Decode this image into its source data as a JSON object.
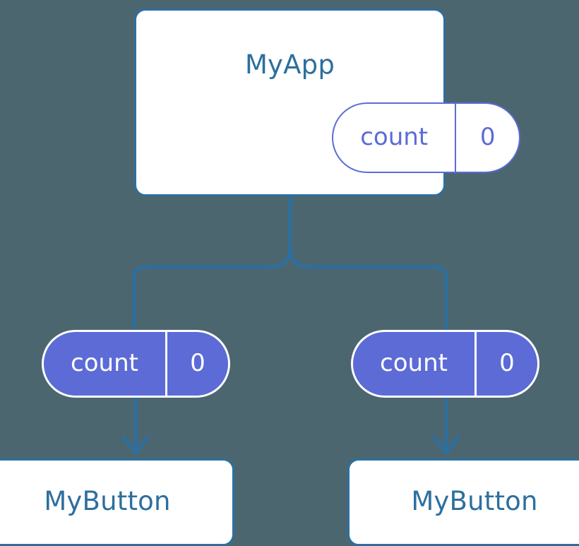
{
  "diagram": {
    "title": "MyApp",
    "background_color": "#4c6670",
    "line_color": "#2d6f9e",
    "box_border_color": "#2d6f9e",
    "box_fill_color": "#ffffff",
    "state_fill_color": "#5c6bd6",
    "state_text_color": "#ffffff",
    "state_outline_text_color": "#5c6bd6"
  },
  "root": {
    "component_name": "MyApp",
    "state": {
      "key": "count",
      "value": "0"
    }
  },
  "branches": [
    {
      "state": {
        "key": "count",
        "value": "0"
      },
      "component_name": "MyButton"
    },
    {
      "state": {
        "key": "count",
        "value": "0"
      },
      "component_name": "MyButton"
    }
  ]
}
